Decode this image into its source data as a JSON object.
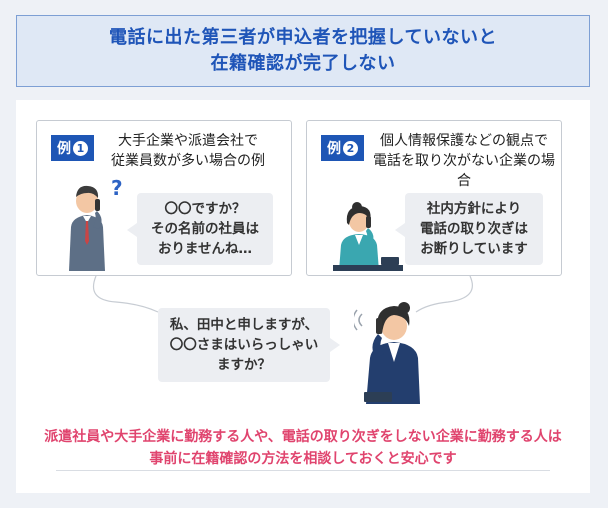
{
  "header": {
    "line1": "電話に出た第三者が申込者を把握していないと",
    "line2": "在籍確認が完了しない"
  },
  "examples": [
    {
      "badge_label": "例",
      "badge_num": "1",
      "title_lines": [
        "大手企業や派遣会社で",
        "従業員数が多い場合の例"
      ],
      "bubble_lines": [
        "〇〇ですか？",
        "その名前の社員は",
        "おりませんね…"
      ],
      "question_mark": "?"
    },
    {
      "badge_label": "例",
      "badge_num": "2",
      "title_lines": [
        "個人情報保護などの観点で",
        "電話を取り次がない企業の場合"
      ],
      "bubble_lines": [
        "社内方針により",
        "電話の取り次ぎは",
        "お断りしています"
      ]
    }
  ],
  "caller_bubble": [
    "私、田中と申しますが、",
    "〇〇さまはいらっしゃい",
    "ますか？"
  ],
  "message": {
    "line1": "派遣社員や大手企業に勤務する人や、電話の取り次ぎをしない企業に勤務する人は",
    "line2": "事前に在籍確認の方法を相談しておくと安心です"
  },
  "colors": {
    "accent": "#1e56b5",
    "header_bg": "#dfe8f5",
    "message": "#e0446e",
    "bubble_bg": "#eceef2"
  }
}
